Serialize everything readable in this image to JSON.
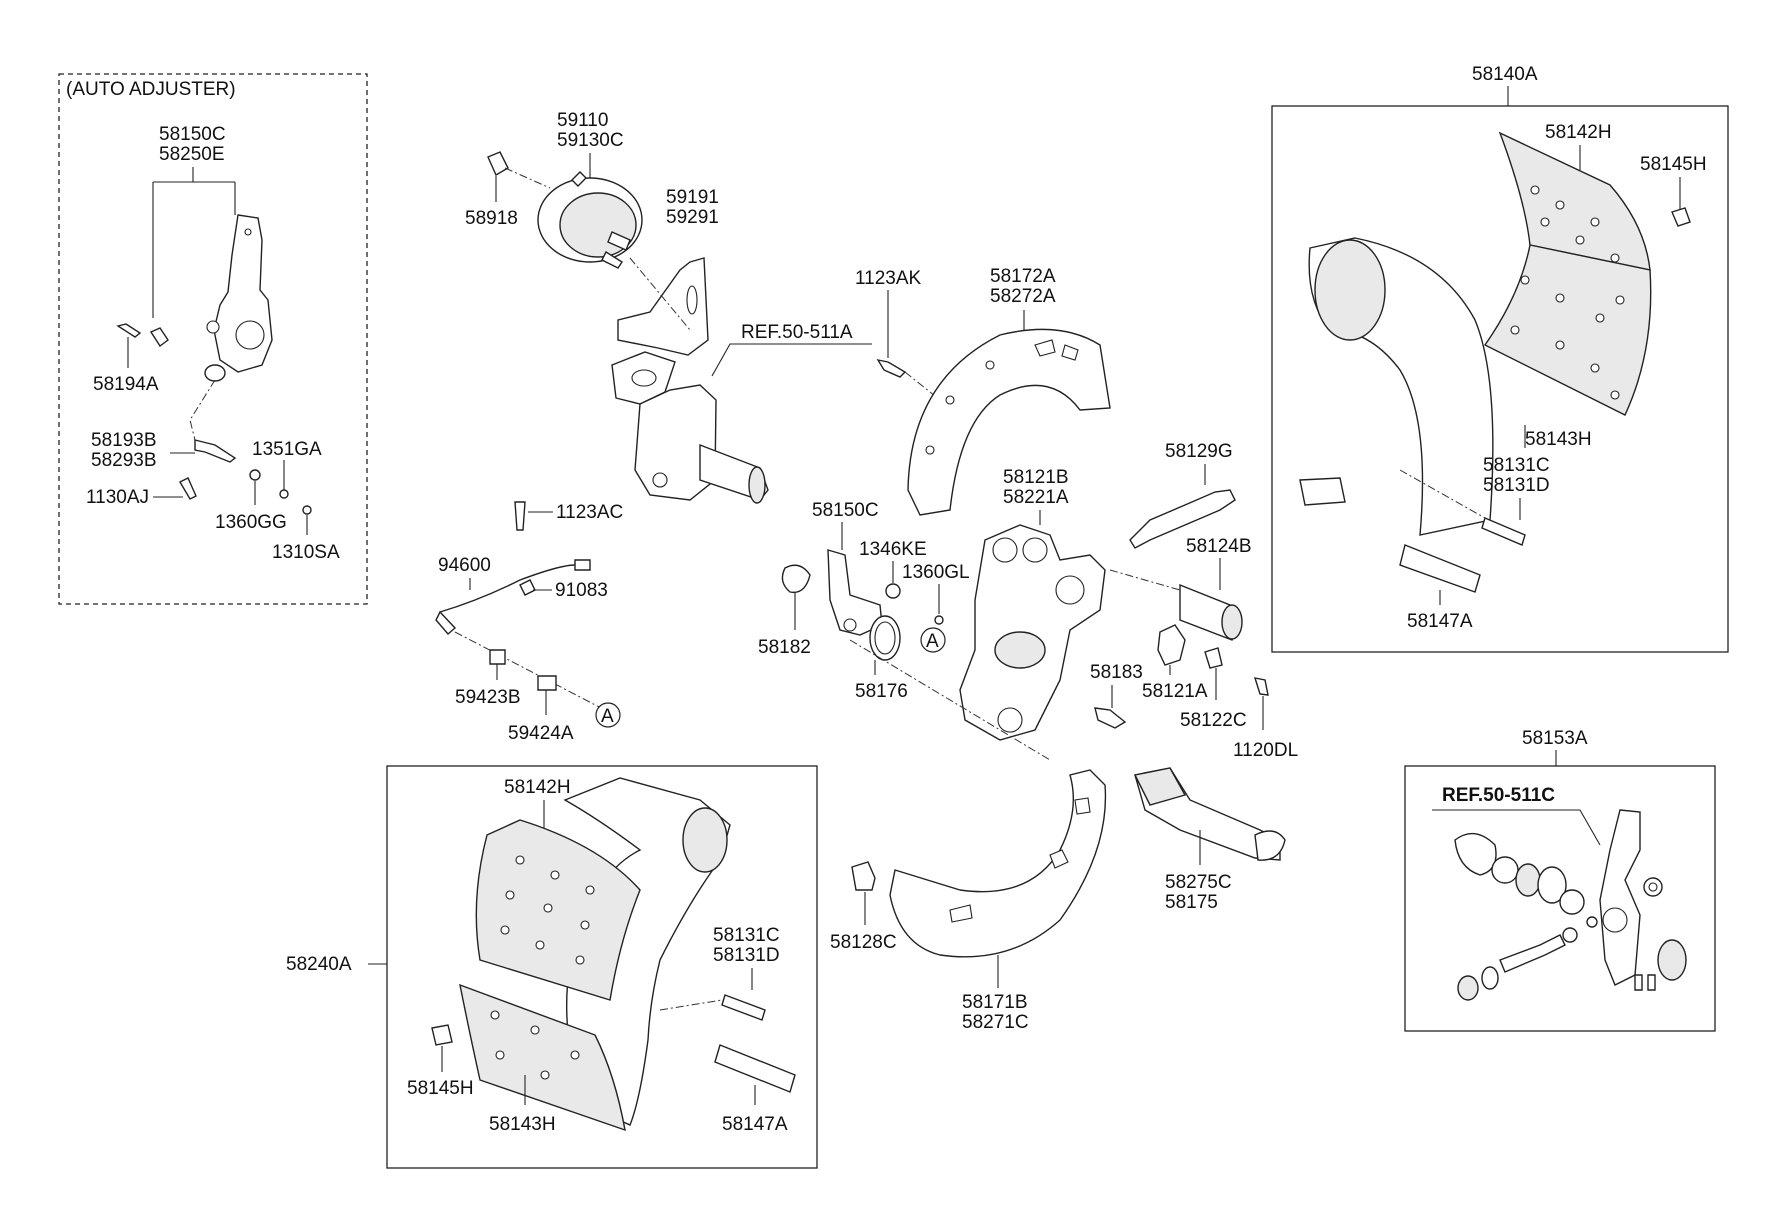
{
  "labels": {
    "auto_adjuster": "(AUTO ADJUSTER)",
    "p58150C_a": "58150C",
    "p58250E": "58250E",
    "p58194A": "58194A",
    "p58193B": "58193B",
    "p58293B": "58293B",
    "p1351GA": "1351GA",
    "p1130AJ": "1130AJ",
    "p1360GG": "1360GG",
    "p1310SA": "1310SA",
    "p59110": "59110",
    "p59130C": "59130C",
    "p58918": "58918",
    "p59191": "59191",
    "p59291": "59291",
    "ref50_511A": "REF.50-511A",
    "p1123AC": "1123AC",
    "p94600": "94600",
    "p91083": "91083",
    "p59423B": "59423B",
    "p59424A": "59424A",
    "circle_A1": "A",
    "p1123AK": "1123AK",
    "p58172A": "58172A",
    "p58272A": "58272A",
    "p58121B": "58121B",
    "p58221A": "58221A",
    "p58129G": "58129G",
    "p58124B": "58124B",
    "p58150C_b": "58150C",
    "p1346KE": "1346KE",
    "p1360GL": "1360GL",
    "p58182": "58182",
    "p58176": "58176",
    "circle_A2": "A",
    "p58183": "58183",
    "p58121A": "58121A",
    "p58122C": "58122C",
    "p1120DL": "1120DL",
    "p58140A": "58140A",
    "p58142H_r": "58142H",
    "p58145H_r": "58145H",
    "p58143H_r": "58143H",
    "p58131C_r": "58131C",
    "p58131D_r": "58131D",
    "p58147A_r": "58147A",
    "p58153A": "58153A",
    "ref50_511C": "REF.50-511C",
    "p58142H_l": "58142H",
    "p58240A": "58240A",
    "p58131C_l": "58131C",
    "p58131D_l": "58131D",
    "p58145H_l": "58145H",
    "p58143H_l": "58143H",
    "p58147A_l": "58147A",
    "p58128C": "58128C",
    "p58171B": "58171B",
    "p58271C": "58271C",
    "p58275C": "58275C",
    "p58175": "58175"
  }
}
